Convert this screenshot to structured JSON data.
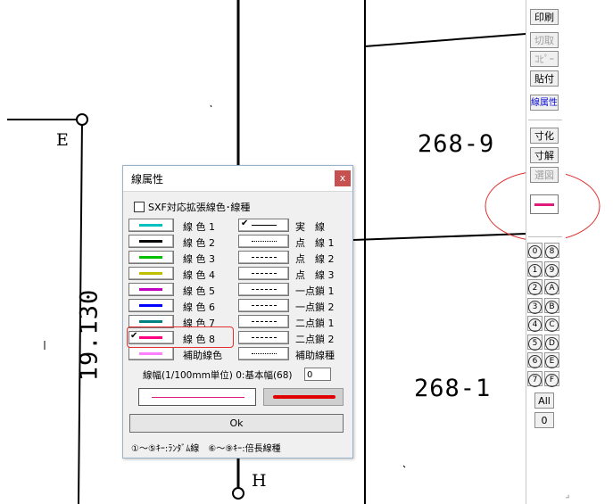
{
  "drawing": {
    "label_e": "E",
    "label_h": "H",
    "dimension_vertical": "19.130",
    "parcel_top": "268-9",
    "parcel_bottom": "268-1",
    "return_mark": "↵"
  },
  "toolbar": {
    "print": "印刷",
    "cut": "切取",
    "copy": "ｺﾋﾟｰ",
    "paste": "貼付",
    "line_attr": "線属性",
    "dimension": "寸化",
    "dim_break": "寸解",
    "select_fig": "選図",
    "current_line_color": "#e0197d",
    "num_buttons_left": [
      "0",
      "1",
      "2",
      "3",
      "4",
      "5",
      "6",
      "7"
    ],
    "num_buttons_right": [
      "8",
      "9",
      "A",
      "B",
      "C",
      "D",
      "E",
      "F"
    ],
    "all": "All",
    "zero": "0"
  },
  "dialog": {
    "title": "線属性",
    "close": "x",
    "sxf_label": "SXF対応拡張線色･線種",
    "line_colors": [
      {
        "label": "線 色 1",
        "color": "#00c0c0"
      },
      {
        "label": "線 色 2",
        "color": "#000000"
      },
      {
        "label": "線 色 3",
        "color": "#00c000"
      },
      {
        "label": "線 色 4",
        "color": "#c0c000"
      },
      {
        "label": "線 色 5",
        "color": "#c000c0"
      },
      {
        "label": "線 色 6",
        "color": "#0000ff"
      },
      {
        "label": "線 色 7",
        "color": "#008080"
      },
      {
        "label": "線 色 8",
        "color": "#ff0080"
      },
      {
        "label": "補助線色",
        "color": "#ff80ff"
      }
    ],
    "line_types": [
      "実　線",
      "点　線 1",
      "点　線 2",
      "点　線 3",
      "一点鎖 1",
      "一点鎖 2",
      "二点鎖 1",
      "二点鎖 2",
      "補助線種"
    ],
    "line_width_label": "線幅(1/100mm単位) 0:基本幅(68)",
    "line_width_value": "0",
    "ok": "Ok",
    "footer": "①〜⑤ｷｰ:ﾗﾝﾀﾞﾑ線　⑥〜⑨ｷｰ:倍長線種",
    "preview_color": "#e0197d",
    "preview_thick_color": "#e00000"
  }
}
